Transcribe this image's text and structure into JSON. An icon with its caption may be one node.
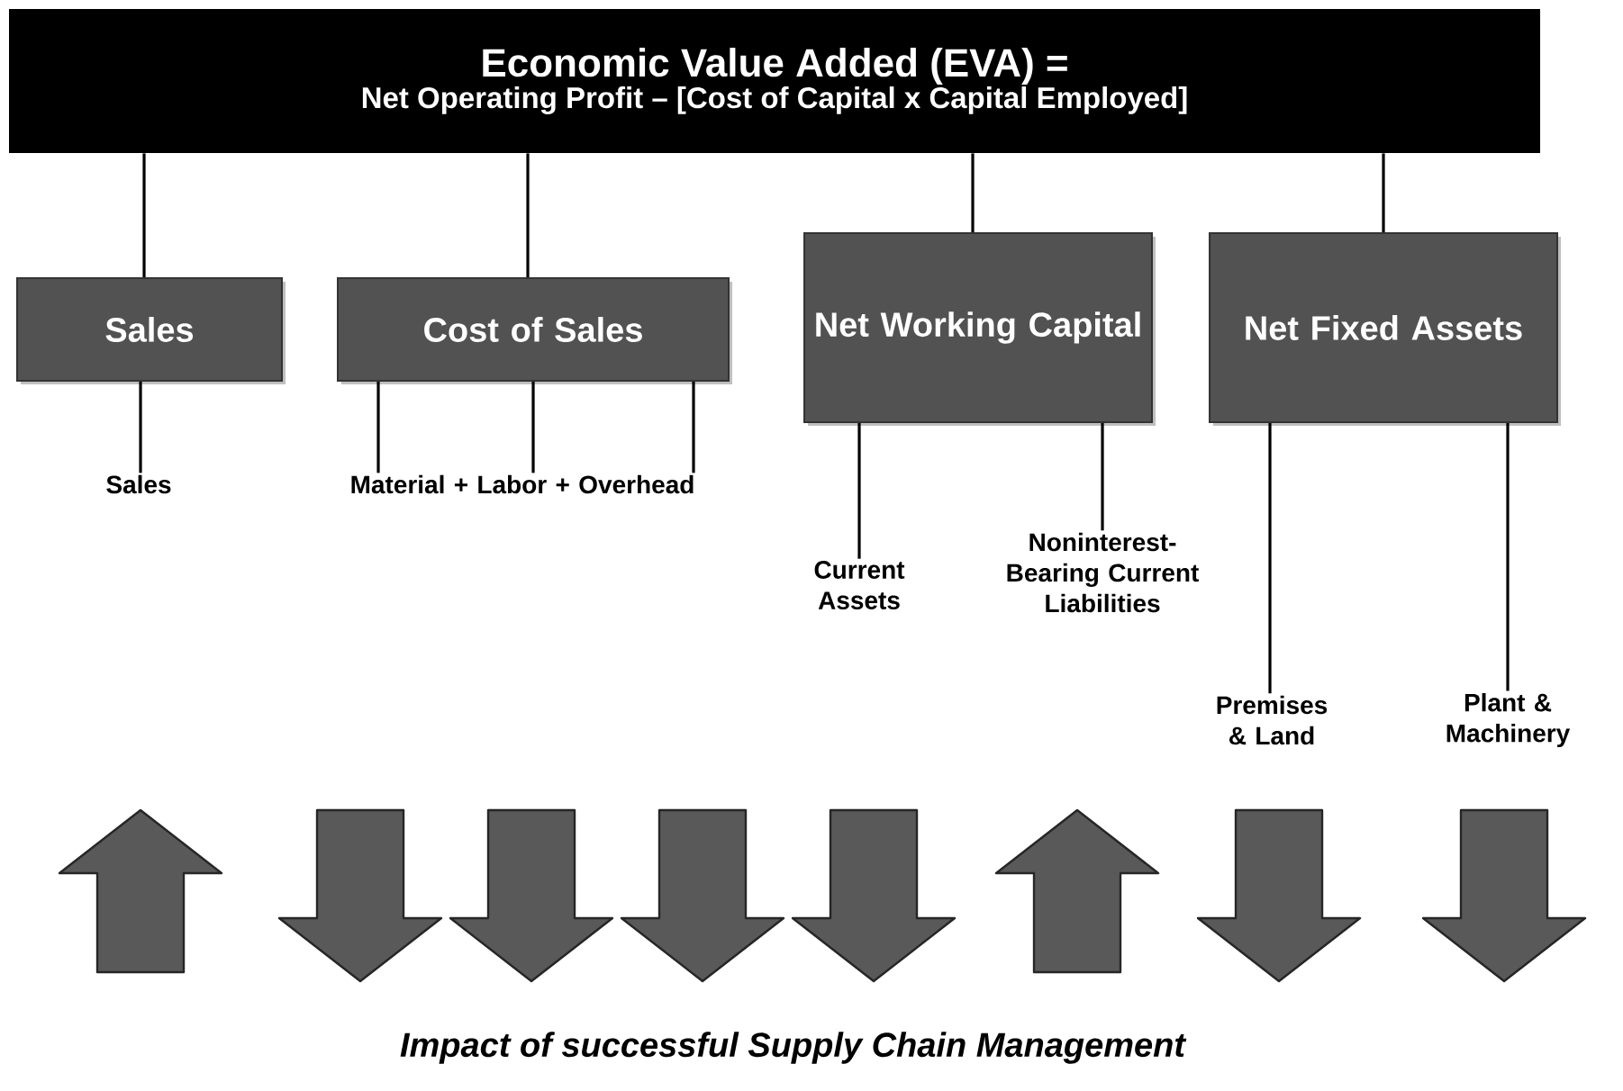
{
  "diagram": {
    "caption": "Impact of successful Supply Chain Management",
    "nodes": [
      {
        "text": [
          "Economic Value Added (EVA) =",
          "Net Operating Profit –  [Cost of Capital x Capital Employed]"
        ]
      },
      {
        "text": [
          "Sales"
        ]
      },
      {
        "text": [
          "Cost of Sales"
        ]
      },
      {
        "text": [
          "Net Working Capital"
        ]
      },
      {
        "text": [
          "Net Fixed Assets"
        ]
      },
      {
        "text": [
          "Sales"
        ]
      },
      {
        "text": [
          "Material + Labor + Overhead"
        ]
      },
      {
        "text": [
          "Current Assets"
        ]
      },
      {
        "text": [
          "Noninterest-Bearing Current Liabilities"
        ]
      },
      {
        "text": [
          "Premises & Land"
        ]
      },
      {
        "text": [
          "Plant & Machinery"
        ]
      }
    ],
    "edges": [
      {
        "from": 0,
        "to": 1,
        "arrow": "none"
      },
      {
        "from": 0,
        "to": 2,
        "arrow": "none"
      },
      {
        "from": 0,
        "to": 3,
        "arrow": "none"
      },
      {
        "from": 0,
        "to": 4,
        "arrow": "none"
      },
      {
        "from": 1,
        "to": 5,
        "arrow": "none"
      },
      {
        "from": 2,
        "to": 6,
        "arrow": "none"
      },
      {
        "from": 2,
        "to": 6,
        "arrow": "none"
      },
      {
        "from": 2,
        "to": 6,
        "arrow": "none"
      },
      {
        "from": 3,
        "to": 7,
        "arrow": "none"
      },
      {
        "from": 3,
        "to": 8,
        "arrow": "none"
      },
      {
        "from": 4,
        "to": 9,
        "arrow": "none"
      },
      {
        "from": 4,
        "to": 10,
        "arrow": "none"
      }
    ]
  }
}
